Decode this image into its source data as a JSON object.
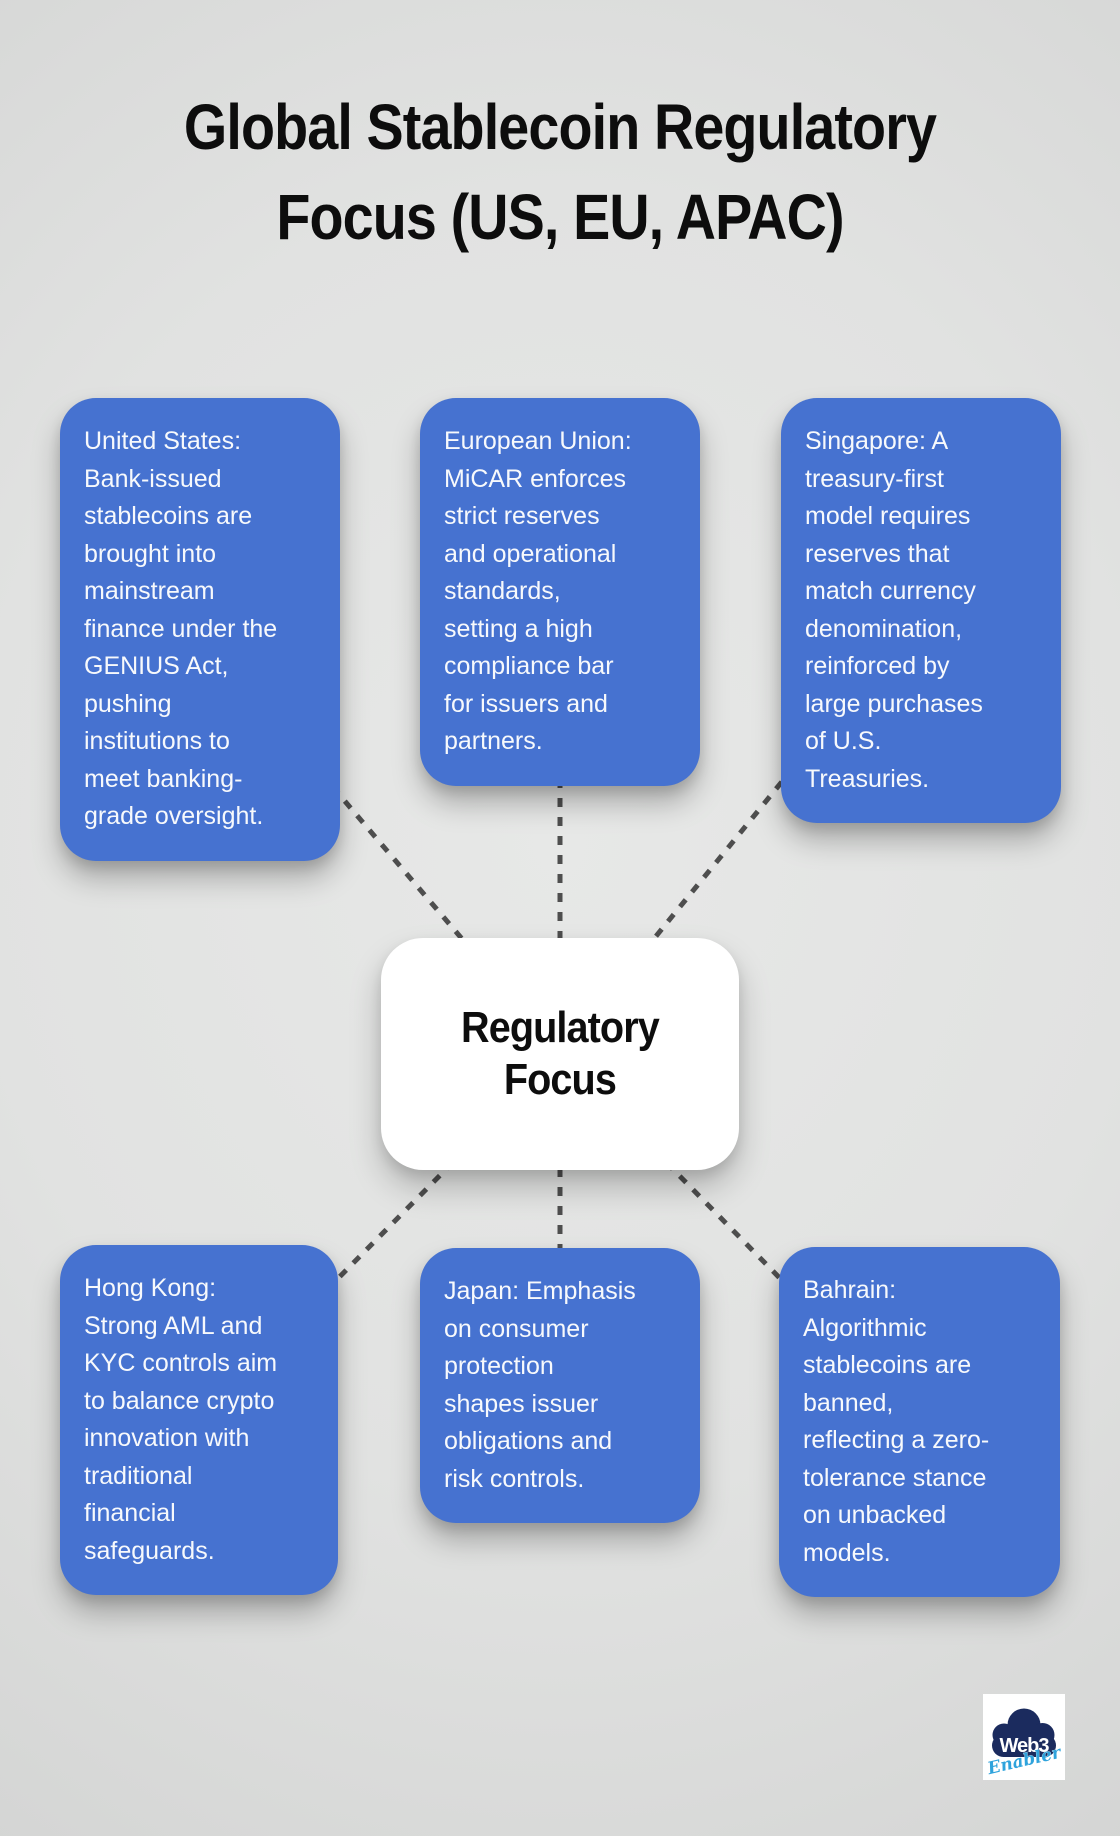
{
  "title": "Global Stablecoin Regulatory\nFocus (US, EU, APAC)",
  "center": {
    "label": "Regulatory\nFocus"
  },
  "nodes": [
    {
      "id": "united-states",
      "text": "United States:\nBank-issued\nstablecoins are\nbrought into\nmainstream\nfinance under the\nGENIUS Act,\npushing\ninstitutions to\nmeet banking-\ngrade oversight."
    },
    {
      "id": "european-union",
      "text": "European Union:\nMiCAR enforces\nstrict reserves\nand operational\nstandards,\nsetting a high\ncompliance bar\nfor issuers and\npartners."
    },
    {
      "id": "singapore",
      "text": "Singapore: A\ntreasury-first\nmodel requires\nreserves that\nmatch currency\ndenomination,\nreinforced by\nlarge purchases\nof U.S.\nTreasuries."
    },
    {
      "id": "hong-kong",
      "text": "Hong Kong:\nStrong AML and\nKYC controls aim\nto balance crypto\ninnovation with\ntraditional\nfinancial\nsafeguards."
    },
    {
      "id": "japan",
      "text": "Japan: Emphasis\non consumer\nprotection\nshapes issuer\nobligations and\nrisk controls."
    },
    {
      "id": "bahrain",
      "text": "Bahrain:\nAlgorithmic\nstablecoins are\nbanned,\nreflecting a zero-\ntolerance stance\non unbacked\nmodels."
    }
  ],
  "logo": {
    "name": "Web3 Enabler",
    "line1": "Web3",
    "line2": "Enabler"
  },
  "colors": {
    "node_blue": "#4672d0",
    "node_text": "#f7f9fc",
    "central_bg": "#ffffff",
    "connector": "#4e4e4e",
    "title_text": "#0d0d0d",
    "background": "#e1e2e1",
    "logo_navy": "#1b2b5e",
    "logo_blue": "#2fa3dc"
  }
}
